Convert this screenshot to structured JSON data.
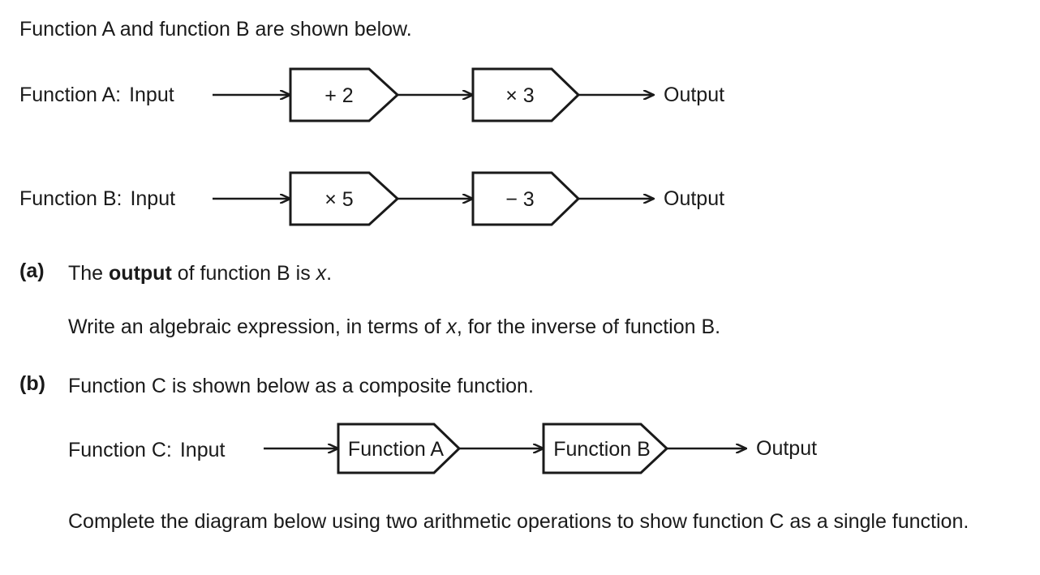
{
  "page": {
    "intro": "Function A and function B are shown below.",
    "background": "#ffffff",
    "ink": "#1a1a1a"
  },
  "diagrams": {
    "function_a": {
      "label": "Function A:",
      "input_label": "Input",
      "output_label": "Output",
      "boxes": [
        {
          "text": "+ 2"
        },
        {
          "text": "× 3"
        }
      ]
    },
    "function_b": {
      "label": "Function B:",
      "input_label": "Input",
      "output_label": "Output",
      "boxes": [
        {
          "text": "× 5"
        },
        {
          "text": "− 3"
        }
      ]
    },
    "function_c": {
      "label": "Function C:",
      "input_label": "Input",
      "output_label": "Output",
      "boxes": [
        {
          "text": "Function A"
        },
        {
          "text": "Function B"
        }
      ]
    }
  },
  "questions": {
    "a": {
      "marker": "(a)",
      "line1_pre": "The ",
      "line1_bold": "output",
      "line1_mid": " of function B is ",
      "line1_italic": "x",
      "line1_post": ".",
      "line2_pre": "Write an algebraic expression, in terms of ",
      "line2_italic": "x",
      "line2_post": ", for the inverse of function B."
    },
    "b": {
      "marker": "(b)",
      "line1": "Function C is shown below as a composite function.",
      "instruction": "Complete the diagram below using two arithmetic operations to show function C as a single function."
    }
  }
}
